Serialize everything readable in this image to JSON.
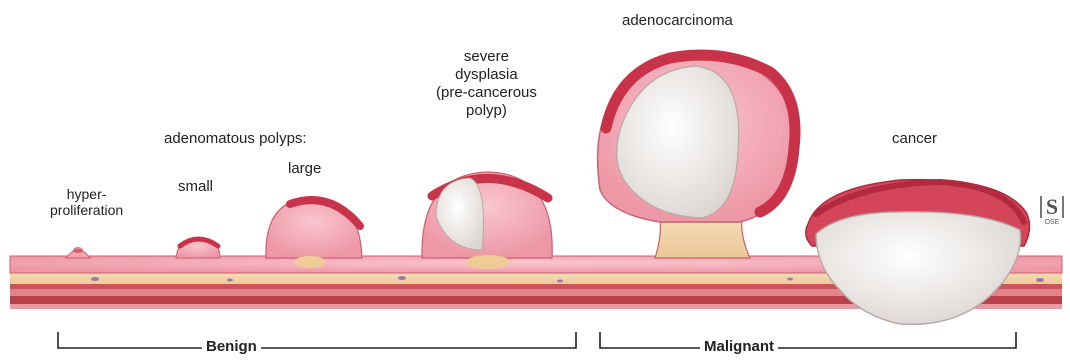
{
  "labels": {
    "hyperproliferation_1": "hyper-",
    "hyperproliferation_2": "proliferation",
    "small": "small",
    "adenomatous_polyps": "adenomatous polyps:",
    "large": "large",
    "severe_1": "severe",
    "severe_2": "dysplasia",
    "severe_3": "(pre-cancerous",
    "severe_4": "polyp)",
    "adenocarcinoma": "adenocarcinoma",
    "cancer": "cancer"
  },
  "brackets": {
    "benign": "Benign",
    "malignant": "Malignant"
  },
  "logo": {
    "mark": "S",
    "caption": "OSE"
  },
  "colors": {
    "mucosa_pink": "#f2b3bc",
    "polyp_pink": "#f5a9b6",
    "tumor_red": "#c8334a",
    "muscle_red": "#c24a52",
    "submucosa_tan": "#f1d3a8",
    "necrotic_white": "#f4f1ef"
  }
}
